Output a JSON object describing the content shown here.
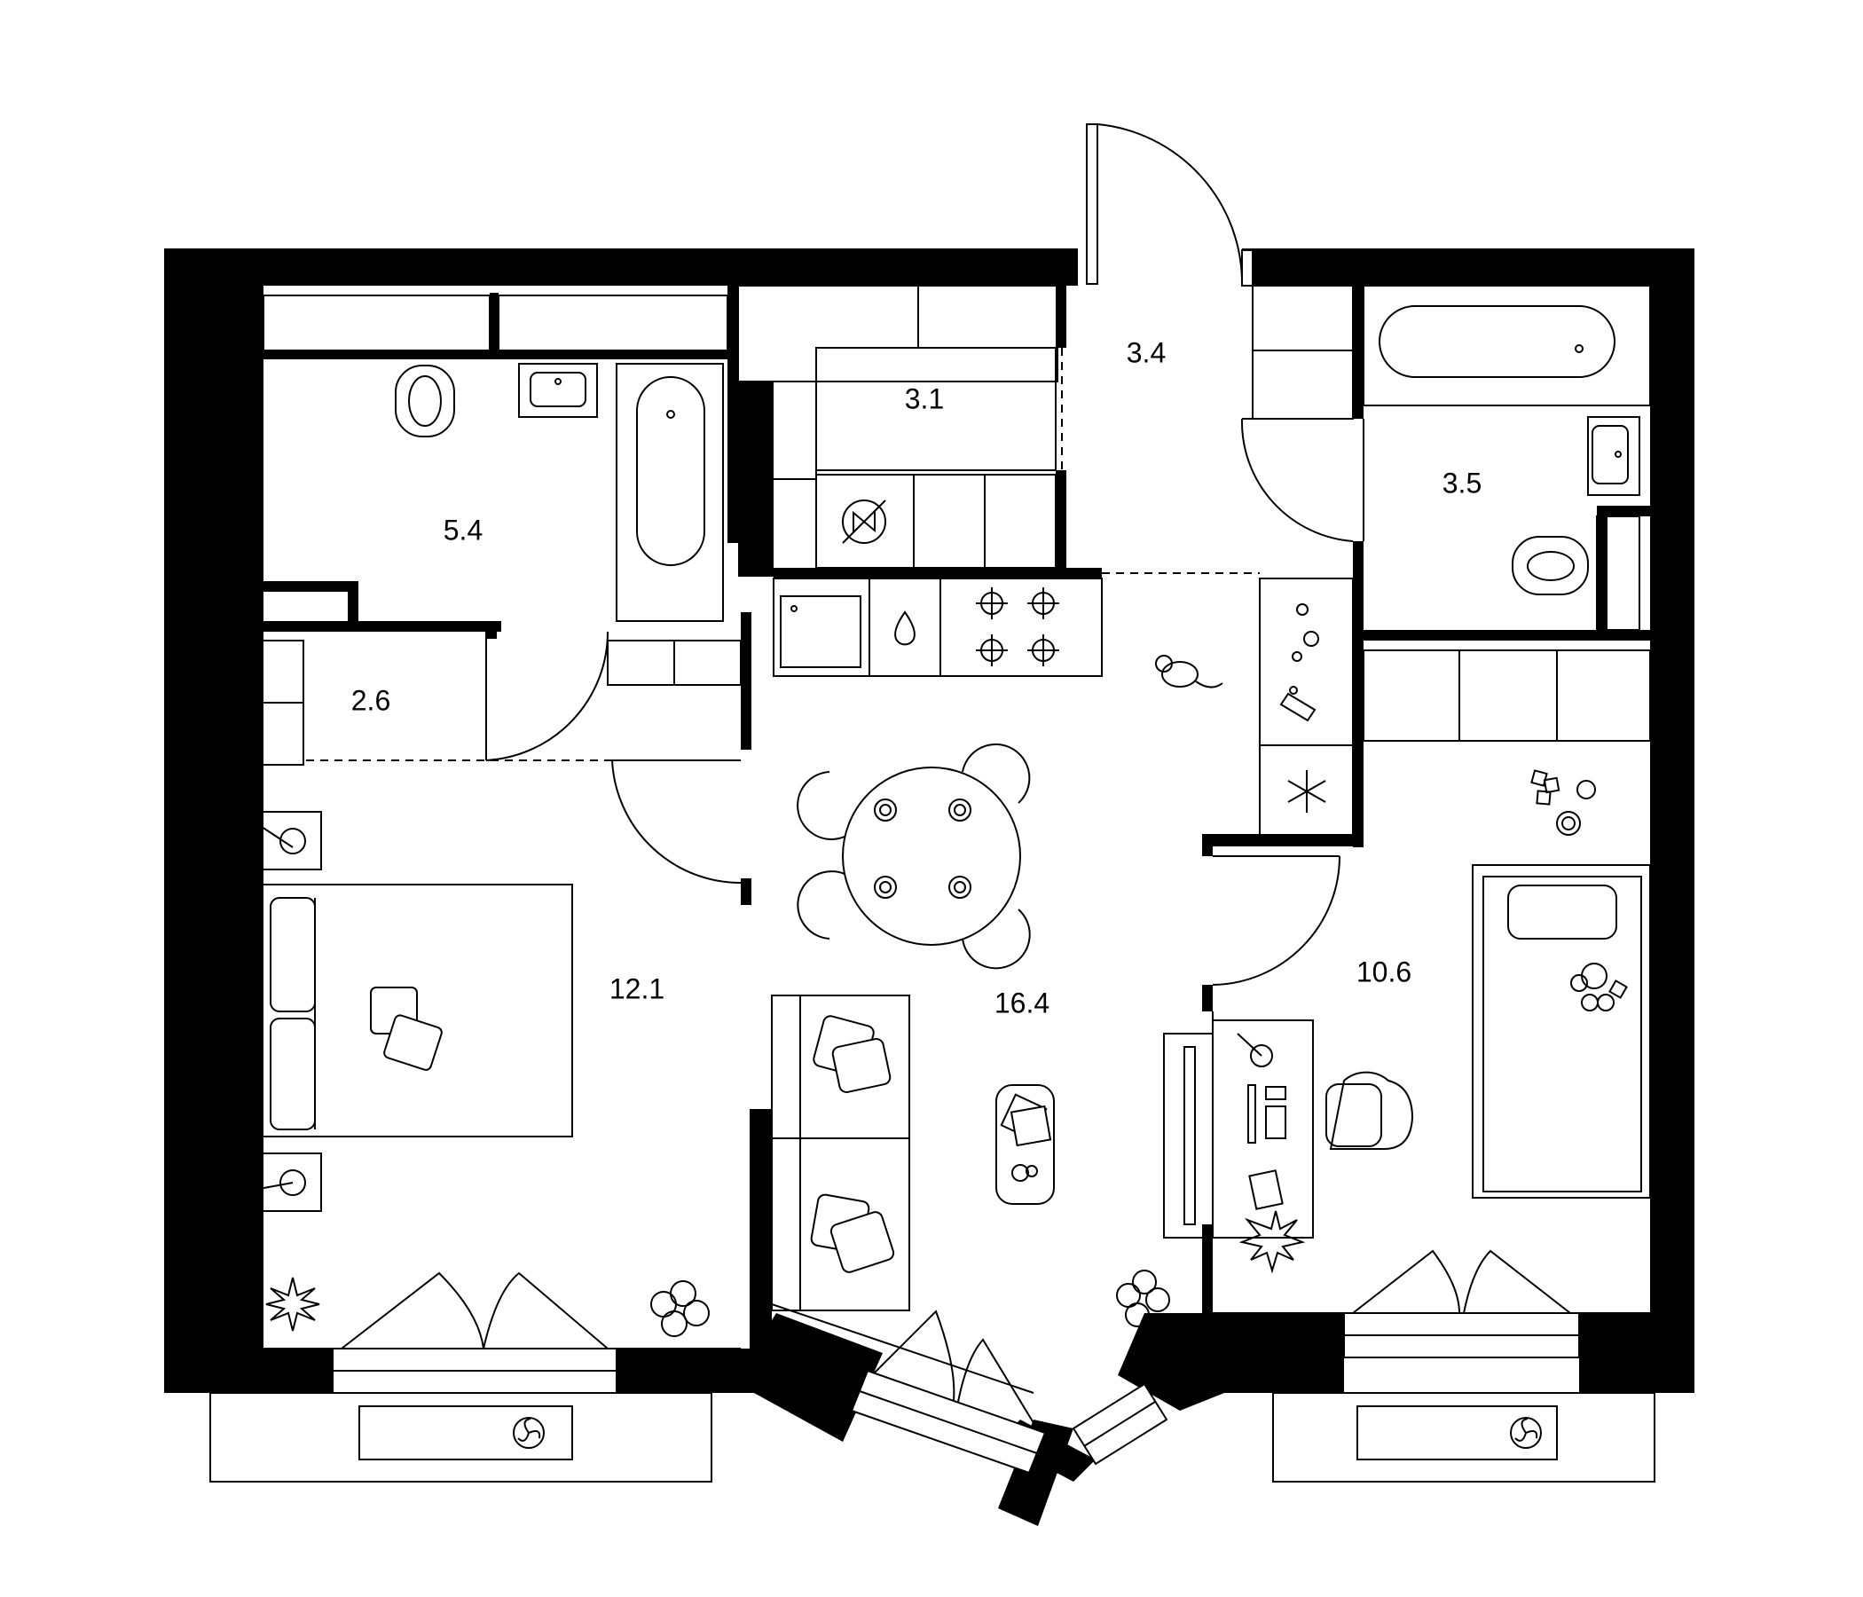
{
  "plan": {
    "rooms": [
      {
        "id": "bathroom-main",
        "area": "5.4"
      },
      {
        "id": "storage",
        "area": "2.6"
      },
      {
        "id": "bedroom",
        "area": "12.1"
      },
      {
        "id": "wardrobe",
        "area": "3.1"
      },
      {
        "id": "hallway",
        "area": "3.4"
      },
      {
        "id": "bathroom-small",
        "area": "3.5"
      },
      {
        "id": "kitchen-living",
        "area": "16.4"
      },
      {
        "id": "kids-room",
        "area": "10.6"
      }
    ],
    "icons": [
      "toilet-icon",
      "sink-icon",
      "bathtub-icon",
      "stove-icon",
      "fridge-snowflake-icon",
      "water-drop-icon",
      "dining-table-icon",
      "chair-icon",
      "bed-icon",
      "pillow-icon",
      "nightstand-icon",
      "lamp-icon",
      "sofa-icon",
      "coffee-table-icon",
      "tv-stand-icon",
      "desk-icon",
      "office-chair-icon",
      "plant-icon",
      "cat-icon",
      "toys-icon",
      "ac-unit-icon",
      "electric-panel-icon",
      "door-swing-icon",
      "window-icon"
    ]
  },
  "colors": {
    "wall": "#000000",
    "background": "#ffffff",
    "line": "#000000"
  }
}
